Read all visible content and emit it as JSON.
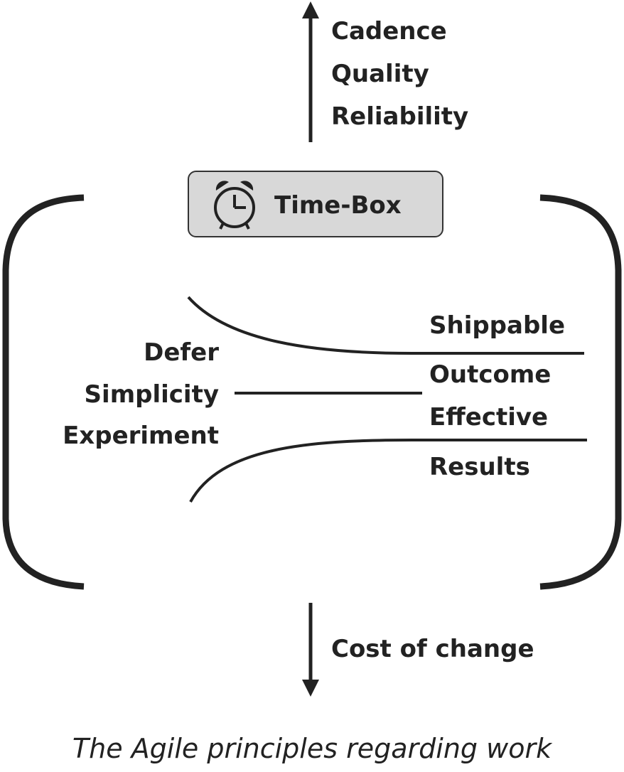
{
  "top_labels": [
    "Cadence",
    "Quality",
    "Reliability"
  ],
  "timebox": {
    "label": "Time-Box",
    "icon": "alarm-clock-icon"
  },
  "left_labels": [
    "Defer",
    "Simplicity",
    "Experiment"
  ],
  "right_labels": [
    "Shippable",
    "Outcome",
    "Effective",
    "Results"
  ],
  "bottom_label": "Cost of change",
  "caption": "The Agile principles regarding work"
}
